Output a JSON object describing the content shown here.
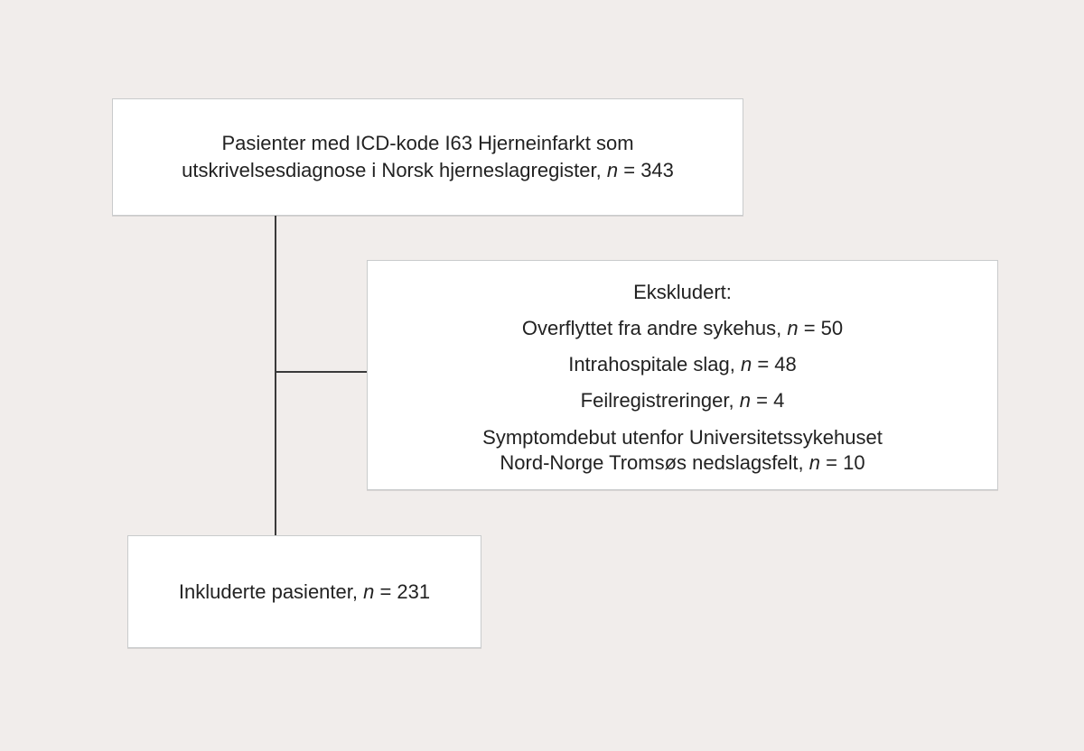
{
  "colors": {
    "background": "#f1edeb",
    "box_fill": "#ffffff",
    "box_border": "#c9cbcc",
    "connector": "#3a3a3a",
    "text": "#222222"
  },
  "flowchart": {
    "top_box": {
      "line1": "Pasienter med ICD-kode I63 Hjerneinfarkt som",
      "line2_prefix": "utskrivelsesdiagnose i Norsk hjerneslagregister, ",
      "n_label": "n",
      "n_value": " = 343"
    },
    "excluded_box": {
      "heading": "Ekskludert:",
      "items": [
        {
          "prefix": "Overflyttet fra andre sykehus, ",
          "n_label": "n",
          "n_value": " = 50"
        },
        {
          "prefix": "Intrahospitale slag, ",
          "n_label": "n",
          "n_value": " = 48"
        },
        {
          "prefix": "Feilregistreringer, ",
          "n_label": "n",
          "n_value": " = 4"
        },
        {
          "line1": "Symptomdebut utenfor Universitetssykehuset",
          "line2_prefix": "Nord-Norge Tromsøs nedslagsfelt, ",
          "n_label": "n",
          "n_value": " = 10"
        }
      ]
    },
    "included_box": {
      "prefix": "Inkluderte pasienter, ",
      "n_label": "n",
      "n_value": " = 231"
    }
  }
}
